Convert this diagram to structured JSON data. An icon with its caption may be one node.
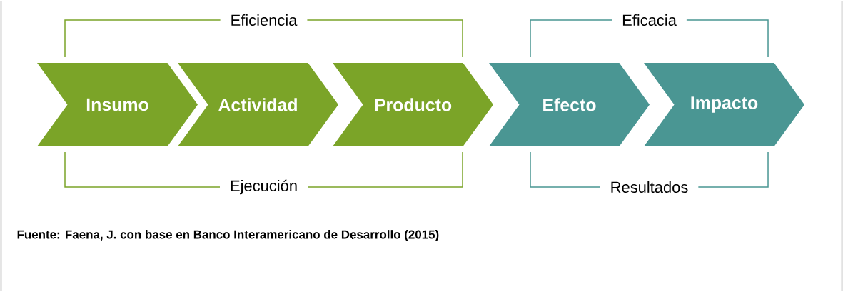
{
  "diagram": {
    "caption": "Fuente: Faena, J. con base en Banco Interamericano de Desarrollo (2015)",
    "nodes": [
      {
        "text": [
          "Insumo"
        ]
      },
      {
        "text": [
          "Actividad"
        ]
      },
      {
        "text": [
          "Producto"
        ]
      },
      {
        "text": [
          "Efecto"
        ]
      },
      {
        "text": [
          "Impacto"
        ]
      }
    ],
    "labels": [
      "Eficiencia",
      "Eficacia",
      "Ejecución",
      "Resultados"
    ]
  }
}
